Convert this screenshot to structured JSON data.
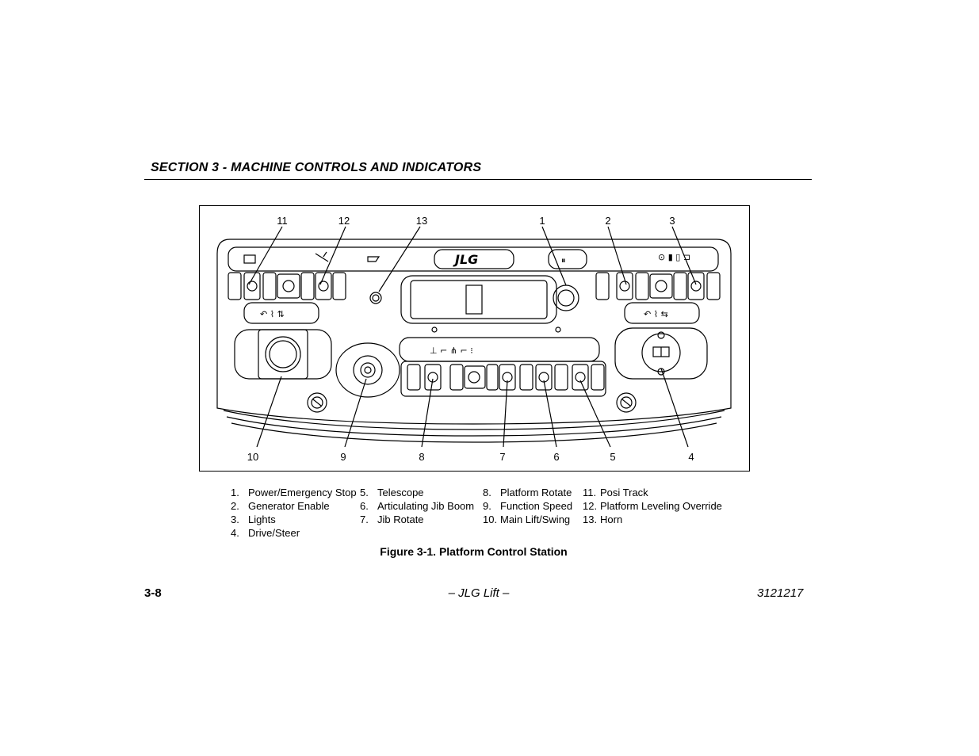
{
  "header": {
    "section_title": "SECTION 3 - MACHINE CONTROLS AND INDICATORS"
  },
  "figure": {
    "callouts": [
      "11",
      "12",
      "13",
      "1",
      "2",
      "3",
      "10",
      "9",
      "8",
      "7",
      "6",
      "5",
      "4"
    ],
    "panel_logo": "JLG",
    "legend_columns": [
      [
        {
          "num": "1.",
          "label": "Power/Emergency Stop"
        },
        {
          "num": "2.",
          "label": "Generator Enable"
        },
        {
          "num": "3.",
          "label": "Lights"
        },
        {
          "num": "4.",
          "label": "Drive/Steer"
        }
      ],
      [
        {
          "num": "5.",
          "label": "Telescope"
        },
        {
          "num": "6.",
          "label": "Articulating Jib Boom"
        },
        {
          "num": "7.",
          "label": "Jib Rotate"
        }
      ],
      [
        {
          "num": "8.",
          "label": "Platform Rotate"
        },
        {
          "num": "9.",
          "label": "Function Speed"
        },
        {
          "num": "10.",
          "label": "Main Lift/Swing"
        }
      ],
      [
        {
          "num": "11.",
          "label": "Posi Track"
        },
        {
          "num": "12.",
          "label": "Platform Leveling Override"
        },
        {
          "num": "13.",
          "label": "Horn"
        }
      ]
    ],
    "caption": "Figure 3-1. Platform Control Station"
  },
  "footer": {
    "page_number": "3-8",
    "center_text": "– JLG Lift –",
    "doc_number": "3121217"
  }
}
